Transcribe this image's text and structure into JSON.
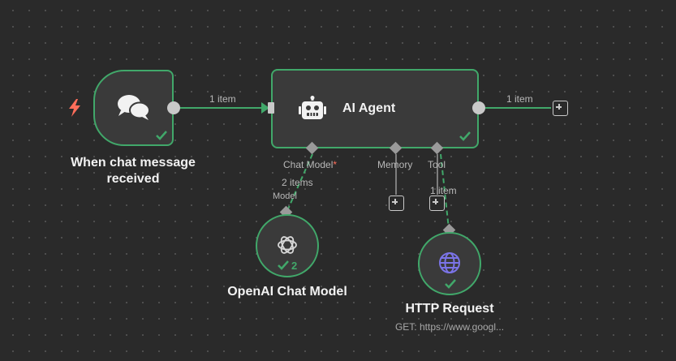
{
  "nodes": {
    "trigger": {
      "title": "When chat message received",
      "icon": "chat-bubbles-icon",
      "status": "success"
    },
    "agent": {
      "title": "AI Agent",
      "icon": "robot-icon",
      "status": "success",
      "ports": {
        "chat_model": "Chat Model",
        "chat_model_required": "*",
        "memory": "Memory",
        "tool": "Tool"
      }
    },
    "openai": {
      "title": "OpenAI Chat Model",
      "icon": "openai-icon",
      "run_count": "2",
      "port": "Model"
    },
    "http": {
      "title": "HTTP Request",
      "subtitle": "GET: https://www.googl...",
      "icon": "globe-icon"
    }
  },
  "edges": {
    "trigger_to_agent": "1 item",
    "agent_out": "1 item",
    "model_link": "2 items",
    "tool_link": "1 item"
  },
  "colors": {
    "success": "#41a86a",
    "trigger": "#ff6d5a",
    "canvas": "#2a2a2a",
    "node": "#3a3a3a",
    "globe": "#7b74e8"
  }
}
